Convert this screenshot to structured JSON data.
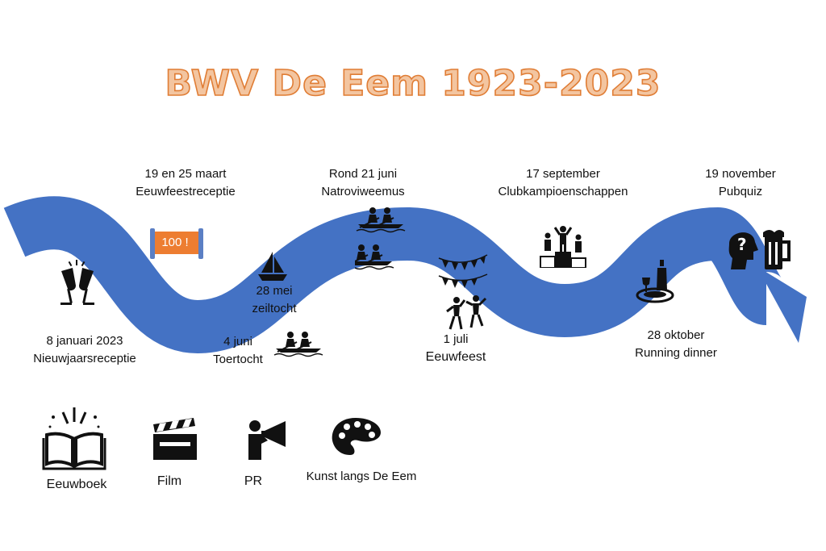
{
  "title": "BWV De Eem 1923-2023",
  "colors": {
    "wave": "#4472c4",
    "title_fill": "#f3c5a0",
    "title_stroke": "#e07d35",
    "banner": "#ed7d31"
  },
  "events": [
    {
      "date": "8 januari 2023",
      "name": "Nieuwjaarsreceptie",
      "icon": "champagne-icon"
    },
    {
      "date": "19 en 25 maart",
      "name": "Eeuwfeestreceptie",
      "icon": "banner-icon",
      "badge": "100 !"
    },
    {
      "date": "28 mei",
      "name": "zeiltocht",
      "icon": "sailboat-icon"
    },
    {
      "date": "4 juni",
      "name": "Toertocht",
      "icon": "rowing-boat-icon"
    },
    {
      "date": "Rond 21 juni",
      "name": "Natroviweemus",
      "icon": "rowing-boats-icon"
    },
    {
      "date": "1 juli",
      "name": "Eeuwfeest",
      "icon": "party-icon"
    },
    {
      "date": "17 september",
      "name": "Clubkampioenschappen",
      "icon": "podium-icon"
    },
    {
      "date": "28 oktober",
      "name": "Running dinner",
      "icon": "dinner-icon"
    },
    {
      "date": "19 november",
      "name": "Pubquiz",
      "icon": "quiz-beer-icon"
    }
  ],
  "projects": [
    {
      "label": "Eeuwboek",
      "icon": "book-icon"
    },
    {
      "label": "Film",
      "icon": "clapperboard-icon"
    },
    {
      "label": "PR",
      "icon": "megaphone-icon"
    },
    {
      "label": "Kunst langs De Eem",
      "icon": "palette-icon"
    }
  ]
}
